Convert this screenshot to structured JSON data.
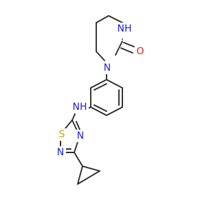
{
  "molecule": {
    "atoms": {
      "n_urea_ring": {
        "label": "N",
        "color": "#2020e0"
      },
      "nh_urea": {
        "label": "NH",
        "color": "#2020e0"
      },
      "o_carbonyl": {
        "label": "O",
        "color": "#e02020"
      },
      "nh_amine": {
        "label": "NH",
        "color": "#2020e0"
      },
      "s_thiadiazole": {
        "label": "S",
        "color": "#c8a000"
      },
      "n_thiadiazole_4": {
        "label": "N",
        "color": "#2020e0"
      },
      "n_thiadiazole_2": {
        "label": "N",
        "color": "#2020e0"
      }
    },
    "bond_color": "#2b2b2b"
  }
}
